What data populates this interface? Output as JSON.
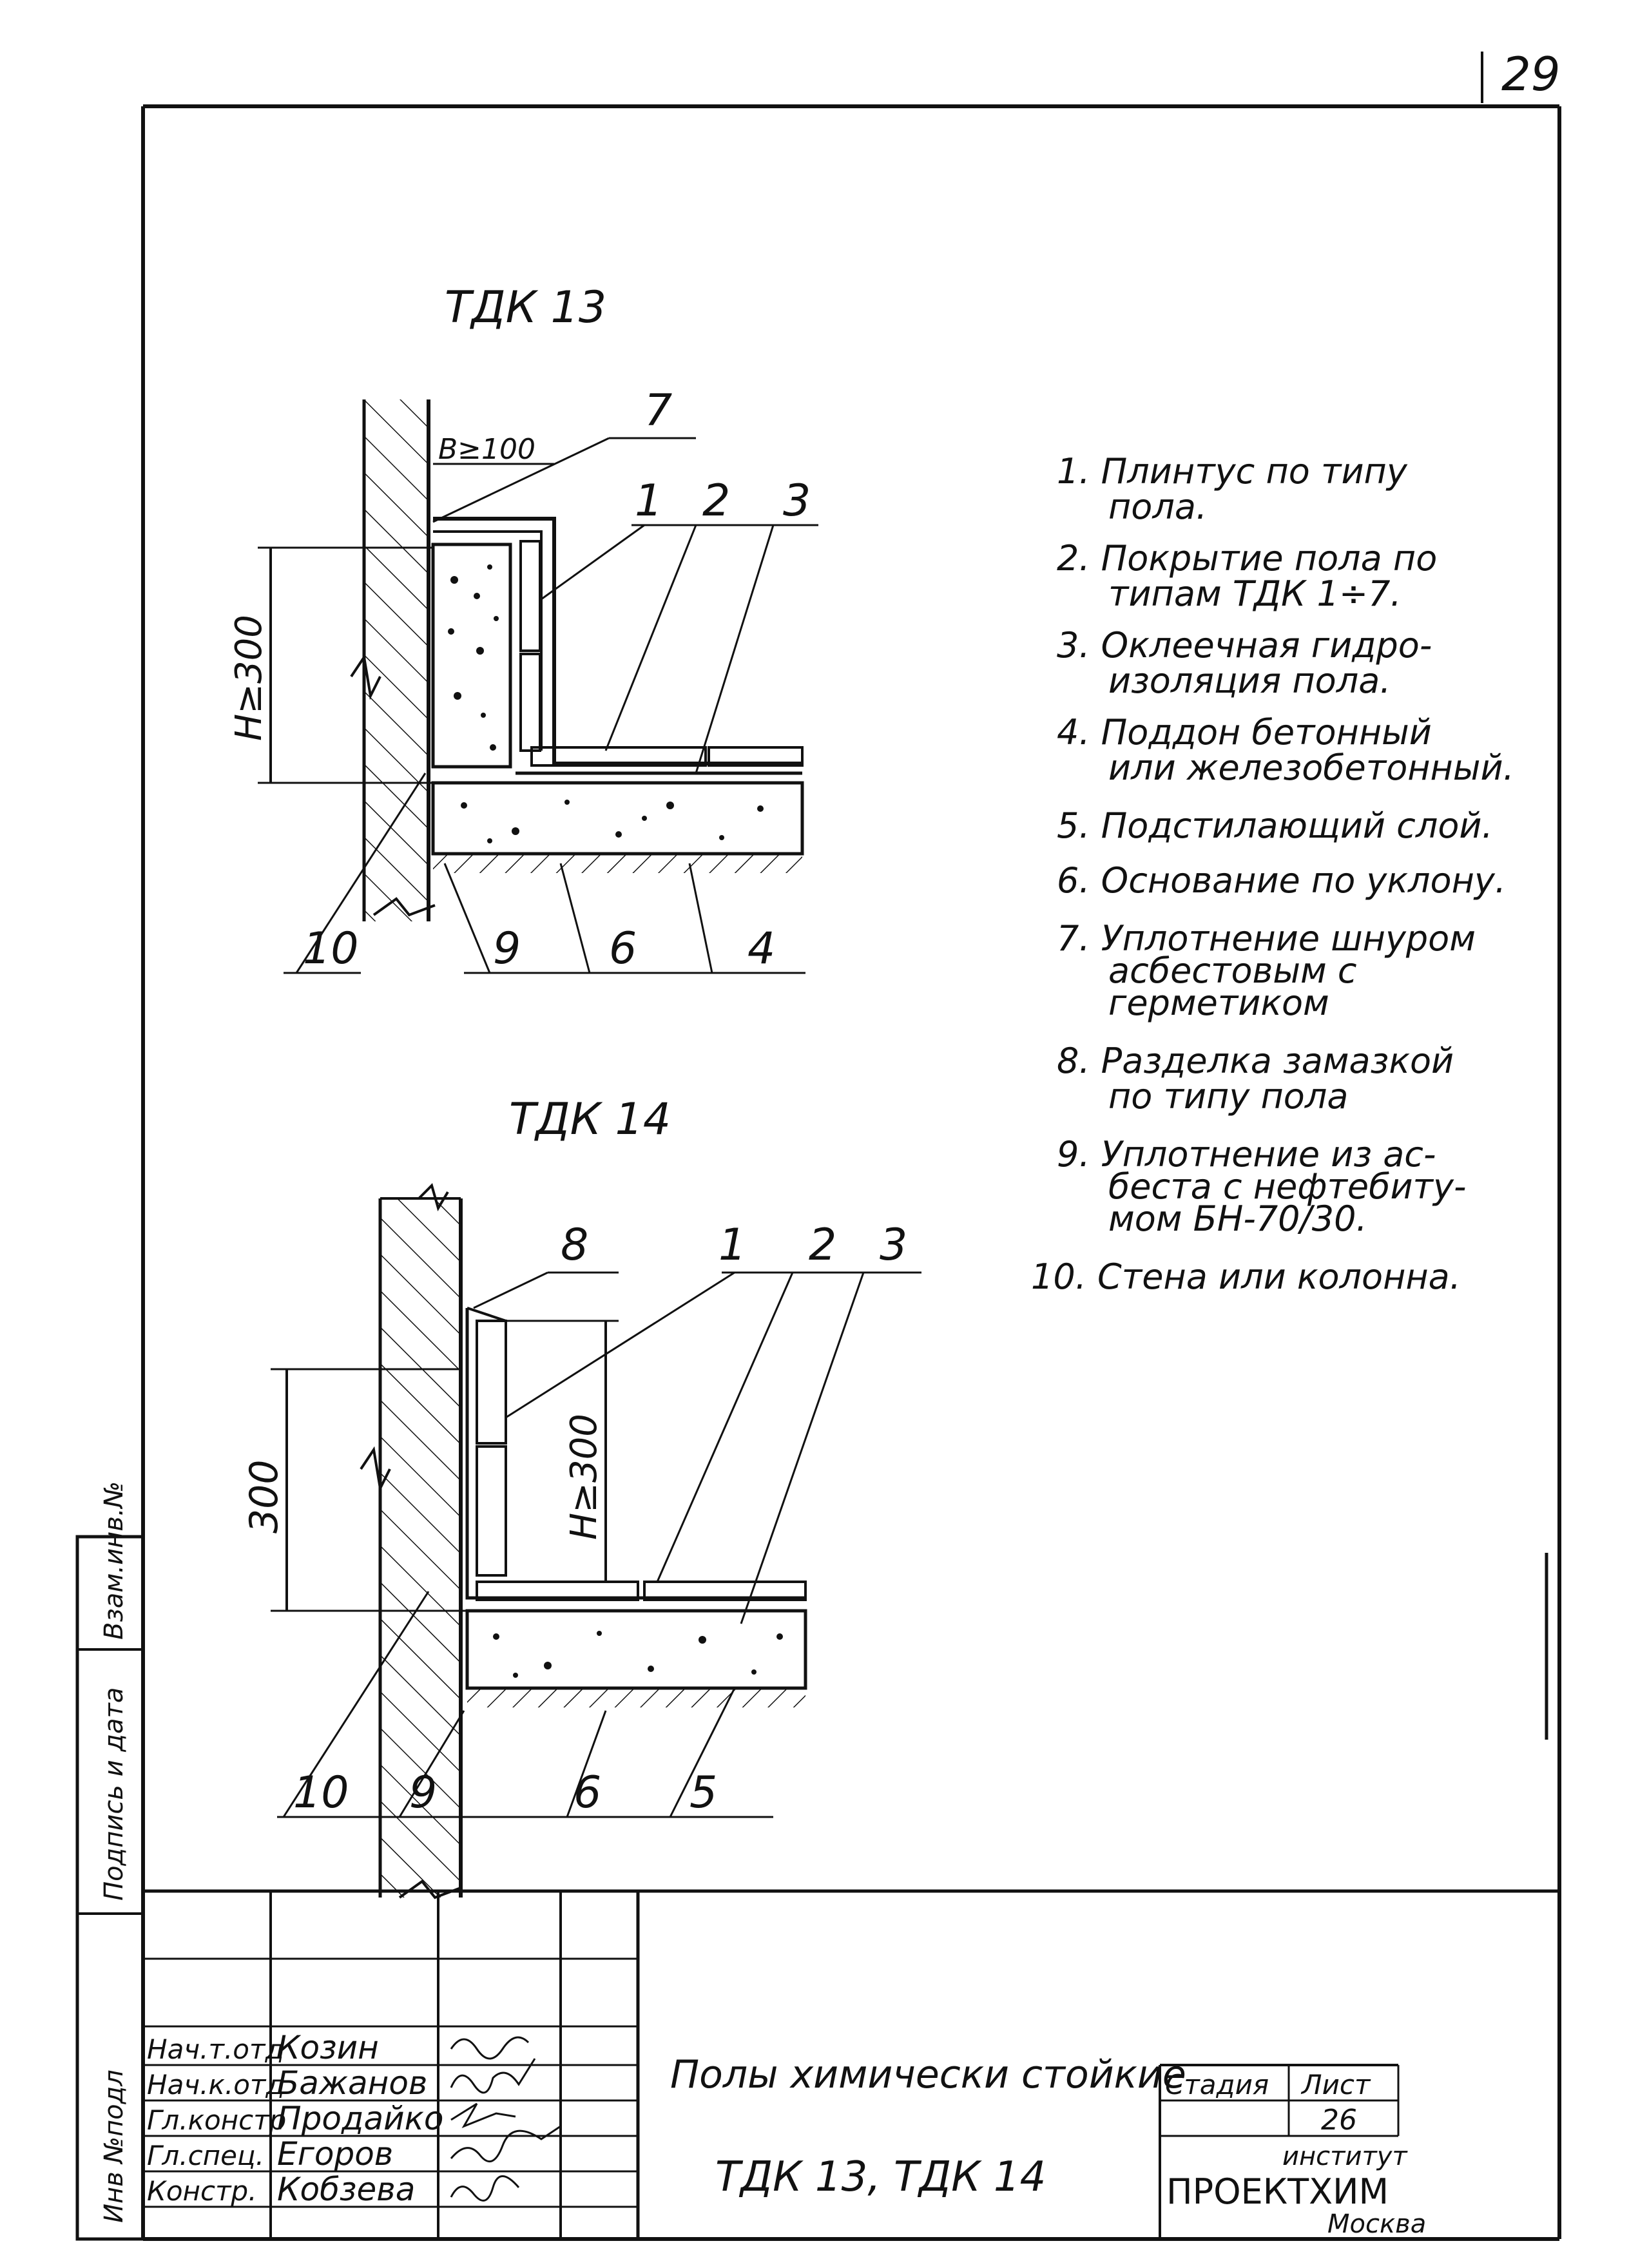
{
  "sheet": {
    "page_number": "29"
  },
  "details": {
    "tdk13": {
      "title": "ТДК 13",
      "dim_b": "В≥100",
      "dim_h": "Н≥300",
      "callouts_top": [
        "7",
        "1",
        "2",
        "3"
      ],
      "callouts_bottom": [
        "10",
        "9",
        "6",
        "4"
      ]
    },
    "tdk14": {
      "title": "ТДК 14",
      "dim_300": "300",
      "dim_h": "Н≥300",
      "callouts_top": [
        "8",
        "1",
        "2",
        "3"
      ],
      "callouts_bottom": [
        "10",
        "9",
        "6",
        "5"
      ]
    }
  },
  "legend": [
    [
      "1. Плинтус по типу",
      "пола."
    ],
    [
      "2. Покрытие пола по",
      "типам ТДК 1÷7."
    ],
    [
      "3. Оклеечная гидро-",
      "изоляция пола."
    ],
    [
      "4. Поддон бетонный",
      "или железобетонный."
    ],
    [
      "5. Подстилающий слой."
    ],
    [
      "6. Основание по уклону."
    ],
    [
      "7. Уплотнение шнуром",
      "асбестовым с",
      "герметиком"
    ],
    [
      "8. Разделка замазкой",
      "по типу пола"
    ],
    [
      "9. Уплотнение из ас-",
      "беста с нефтебиту-",
      "мом БН-70/30."
    ],
    [
      "10. Стена или колонна."
    ]
  ],
  "side_stamps": {
    "inv_podl": "Инв №подл",
    "podpis_data": "Подпись и дата",
    "vzam_inv": "Взам.инв.№"
  },
  "title_block": {
    "people": [
      {
        "role": "Нач.т.отд",
        "name": "Козин"
      },
      {
        "role": "Нач.к.отд",
        "name": "Бажанов"
      },
      {
        "role": "Гл.констр",
        "name": "Продайко"
      },
      {
        "role": "Гл.спец.",
        "name": "Егоров"
      },
      {
        "role": "Констр.",
        "name": "Кобзева"
      }
    ],
    "title_line1": "Полы химически стойкие",
    "title_line2": "ТДК 13, ТДК 14",
    "stage_label": "Стадия",
    "sheet_label": "Лист",
    "sheet_value": "26",
    "org_line1": "институт",
    "org_line2": "ПРОЕКТХИМ",
    "org_line3": "Москва"
  }
}
